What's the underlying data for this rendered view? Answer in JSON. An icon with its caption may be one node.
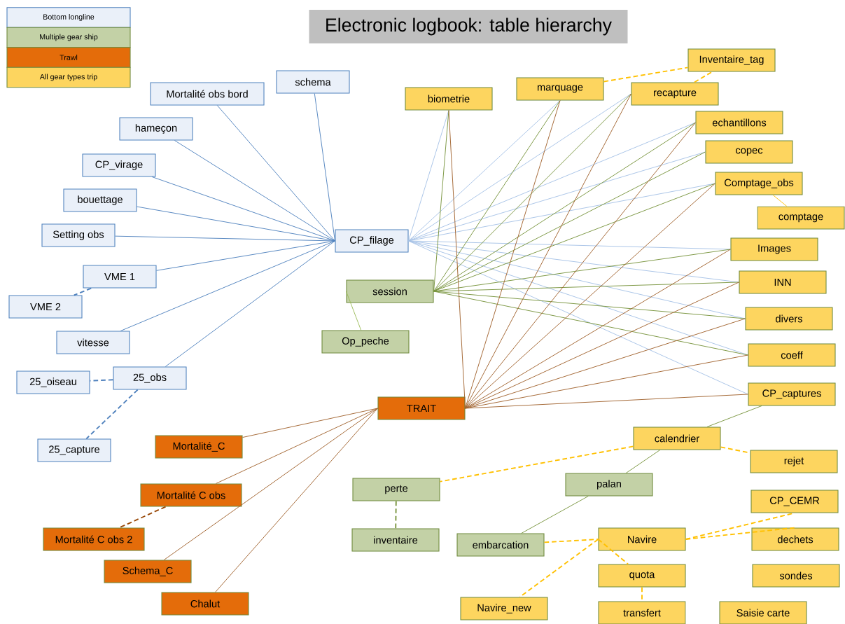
{
  "diagram": {
    "title": "Electronic logbook: table hierarchy",
    "nodes": [
      {
        "text": [
          "Mortalité obs bord"
        ]
      },
      {
        "text": [
          "schema"
        ]
      },
      {
        "text": [
          "biometrie"
        ]
      },
      {
        "text": [
          "marquage"
        ]
      },
      {
        "text": [
          "Inventaire_tag"
        ]
      },
      {
        "text": [
          "recapture"
        ]
      },
      {
        "text": [
          "hameçon"
        ]
      },
      {
        "text": [
          "echantillons"
        ]
      },
      {
        "text": [
          "copec"
        ]
      },
      {
        "text": [
          "CP_virage"
        ]
      },
      {
        "text": [
          "Comptage_obs"
        ]
      },
      {
        "text": [
          "bouettage"
        ]
      },
      {
        "text": [
          "comptage"
        ]
      },
      {
        "text": [
          "Setting obs"
        ]
      },
      {
        "text": [
          "CP_filage"
        ]
      },
      {
        "text": [
          "Images"
        ]
      },
      {
        "text": [
          "VME 1"
        ]
      },
      {
        "text": [
          "session"
        ]
      },
      {
        "text": [
          "INN"
        ]
      },
      {
        "text": [
          "VME 2"
        ]
      },
      {
        "text": [
          "divers"
        ]
      },
      {
        "text": [
          "vitesse"
        ]
      },
      {
        "text": [
          "Op_peche"
        ]
      },
      {
        "text": [
          "coeff"
        ]
      },
      {
        "text": [
          "25_oiseau"
        ]
      },
      {
        "text": [
          "25_obs"
        ]
      },
      {
        "text": [
          "CP_captures"
        ]
      },
      {
        "text": [
          "TRAIT"
        ]
      },
      {
        "text": [
          "calendrier"
        ]
      },
      {
        "text": [
          "Mortalité_C"
        ]
      },
      {
        "text": [
          "25_capture"
        ]
      },
      {
        "text": [
          "rejet"
        ]
      },
      {
        "text": [
          "perte"
        ]
      },
      {
        "text": [
          "palan"
        ]
      },
      {
        "text": [
          "Mortalité C obs"
        ]
      },
      {
        "text": [
          "CP_CEMR"
        ]
      },
      {
        "text": [
          "inventaire"
        ]
      },
      {
        "text": [
          "embarcation"
        ]
      },
      {
        "text": [
          "Navire"
        ]
      },
      {
        "text": [
          "dechets"
        ]
      },
      {
        "text": [
          "Mortalité C obs 2"
        ]
      },
      {
        "text": [
          "Schema_C"
        ]
      },
      {
        "text": [
          "quota"
        ]
      },
      {
        "text": [
          "sondes"
        ]
      },
      {
        "text": [
          "Chalut"
        ]
      },
      {
        "text": [
          "Navire_new"
        ]
      },
      {
        "text": [
          "transfert"
        ]
      },
      {
        "text": [
          "Saisie carte"
        ]
      }
    ],
    "edges": [
      {
        "from": 14,
        "to": 0,
        "arrow": "none",
        "color": "#4f81bd"
      },
      {
        "from": 14,
        "to": 1,
        "arrow": "none",
        "color": "#4f81bd"
      },
      {
        "from": 14,
        "to": 6,
        "arrow": "none",
        "color": "#4f81bd"
      },
      {
        "from": 14,
        "to": 9,
        "arrow": "none",
        "color": "#4f81bd"
      },
      {
        "from": 14,
        "to": 11,
        "arrow": "none",
        "color": "#4f81bd"
      },
      {
        "from": 14,
        "to": 13,
        "arrow": "none",
        "color": "#4f81bd"
      },
      {
        "from": 14,
        "to": 16,
        "arrow": "none",
        "color": "#4f81bd"
      },
      {
        "from": 14,
        "to": 21,
        "arrow": "none",
        "color": "#4f81bd"
      },
      {
        "from": 14,
        "to": 25,
        "arrow": "none",
        "color": "#4f81bd"
      },
      {
        "from": 16,
        "to": 19,
        "arrow": "none",
        "style": "dashed",
        "color": "#4f81bd"
      },
      {
        "from": 25,
        "to": 24,
        "arrow": "none",
        "style": "dashed",
        "color": "#4f81bd"
      },
      {
        "from": 25,
        "to": 30,
        "arrow": "none",
        "style": "dashed",
        "color": "#4f81bd"
      },
      {
        "from": 14,
        "to": 2,
        "arrow": "none",
        "color": "#a6c2e6"
      },
      {
        "from": 14,
        "to": 3,
        "arrow": "none",
        "color": "#a6c2e6"
      },
      {
        "from": 14,
        "to": 5,
        "arrow": "none",
        "color": "#a6c2e6"
      },
      {
        "from": 14,
        "to": 7,
        "arrow": "none",
        "color": "#a6c2e6"
      },
      {
        "from": 14,
        "to": 8,
        "arrow": "none",
        "color": "#a6c2e6"
      },
      {
        "from": 14,
        "to": 10,
        "arrow": "none",
        "color": "#a6c2e6"
      },
      {
        "from": 14,
        "to": 15,
        "arrow": "none",
        "color": "#a6c2e6"
      },
      {
        "from": 14,
        "to": 18,
        "arrow": "none",
        "color": "#a6c2e6"
      },
      {
        "from": 14,
        "to": 20,
        "arrow": "none",
        "color": "#a6c2e6"
      },
      {
        "from": 14,
        "to": 23,
        "arrow": "none",
        "color": "#a6c2e6"
      },
      {
        "from": 14,
        "to": 26,
        "arrow": "none",
        "color": "#a6c2e6"
      },
      {
        "from": 17,
        "to": 2,
        "arrow": "none",
        "color": "#77933c"
      },
      {
        "from": 17,
        "to": 3,
        "arrow": "none",
        "color": "#77933c"
      },
      {
        "from": 17,
        "to": 5,
        "arrow": "none",
        "color": "#77933c"
      },
      {
        "from": 17,
        "to": 7,
        "arrow": "none",
        "color": "#77933c"
      },
      {
        "from": 17,
        "to": 8,
        "arrow": "none",
        "color": "#77933c"
      },
      {
        "from": 17,
        "to": 10,
        "arrow": "none",
        "color": "#77933c"
      },
      {
        "from": 17,
        "to": 15,
        "arrow": "none",
        "color": "#77933c"
      },
      {
        "from": 17,
        "to": 18,
        "arrow": "none",
        "color": "#77933c"
      },
      {
        "from": 17,
        "to": 20,
        "arrow": "none",
        "color": "#77933c"
      },
      {
        "from": 17,
        "to": 23,
        "arrow": "none",
        "color": "#77933c"
      },
      {
        "from": 17,
        "to": 22,
        "arrow": "none",
        "color": "#9bbb59"
      },
      {
        "from": 27,
        "to": 2,
        "arrow": "none",
        "color": "#a0622d"
      },
      {
        "from": 27,
        "to": 3,
        "arrow": "none",
        "color": "#a0622d"
      },
      {
        "from": 27,
        "to": 5,
        "arrow": "none",
        "color": "#a0622d"
      },
      {
        "from": 27,
        "to": 7,
        "arrow": "none",
        "color": "#a0622d"
      },
      {
        "from": 27,
        "to": 10,
        "arrow": "none",
        "color": "#a0622d"
      },
      {
        "from": 27,
        "to": 15,
        "arrow": "none",
        "color": "#a0622d"
      },
      {
        "from": 27,
        "to": 18,
        "arrow": "none",
        "color": "#a0622d"
      },
      {
        "from": 27,
        "to": 20,
        "arrow": "none",
        "color": "#a0622d"
      },
      {
        "from": 27,
        "to": 23,
        "arrow": "none",
        "color": "#a0622d"
      },
      {
        "from": 27,
        "to": 26,
        "arrow": "none",
        "color": "#a0622d"
      },
      {
        "from": 27,
        "to": 29,
        "arrow": "none",
        "color": "#a0622d"
      },
      {
        "from": 27,
        "to": 34,
        "arrow": "none",
        "color": "#a0622d"
      },
      {
        "from": 27,
        "to": 41,
        "arrow": "none",
        "color": "#a0622d"
      },
      {
        "from": 27,
        "to": 44,
        "arrow": "none",
        "color": "#a0622d"
      },
      {
        "from": 34,
        "to": 40,
        "arrow": "none",
        "style": "dashed",
        "color": "#984807"
      },
      {
        "from": 3,
        "to": 4,
        "arrow": "none",
        "style": "dashed",
        "color": "#ffc000"
      },
      {
        "from": 5,
        "to": 4,
        "arrow": "none",
        "style": "dashed",
        "color": "#ffc000"
      },
      {
        "from": 10,
        "to": 12,
        "arrow": "none",
        "color": "#ffc000"
      },
      {
        "from": 26,
        "to": 28,
        "arrow": "none",
        "color": "#77933c"
      },
      {
        "from": 28,
        "to": 32,
        "arrow": "none",
        "style": "dashed",
        "color": "#ffc000"
      },
      {
        "from": 28,
        "to": 31,
        "arrow": "none",
        "style": "dashed",
        "color": "#ffc000"
      },
      {
        "from": 28,
        "to": 33,
        "arrow": "none",
        "color": "#77933c"
      },
      {
        "from": 33,
        "to": 37,
        "arrow": "none",
        "color": "#77933c"
      },
      {
        "from": 32,
        "to": 36,
        "arrow": "none",
        "style": "dashed",
        "color": "#77933c"
      },
      {
        "from": 37,
        "to": 38,
        "arrow": "none",
        "style": "dashed",
        "color": "#ffc000"
      },
      {
        "from": 38,
        "to": 45,
        "arrow": "none",
        "style": "dashed",
        "color": "#ffc000"
      },
      {
        "from": 38,
        "to": 35,
        "arrow": "none",
        "style": "dashed",
        "color": "#ffc000"
      },
      {
        "from": 38,
        "to": 39,
        "arrow": "none",
        "style": "dashed",
        "color": "#ffc000"
      },
      {
        "from": 38,
        "to": 42,
        "arrow": "none",
        "style": "dashed",
        "color": "#ffc000"
      },
      {
        "from": 42,
        "to": 46,
        "arrow": "none",
        "style": "dashed",
        "color": "#ffc000"
      }
    ],
    "legend": [
      {
        "text": "Bottom longline",
        "color": "#eaf0f9"
      },
      {
        "text": "Multiple gear ship",
        "color": "#c3d1a6"
      },
      {
        "text": "Trawl",
        "color": "#e46c0a"
      },
      {
        "text": "All gear types trip",
        "color": "#fdd55f"
      }
    ]
  }
}
